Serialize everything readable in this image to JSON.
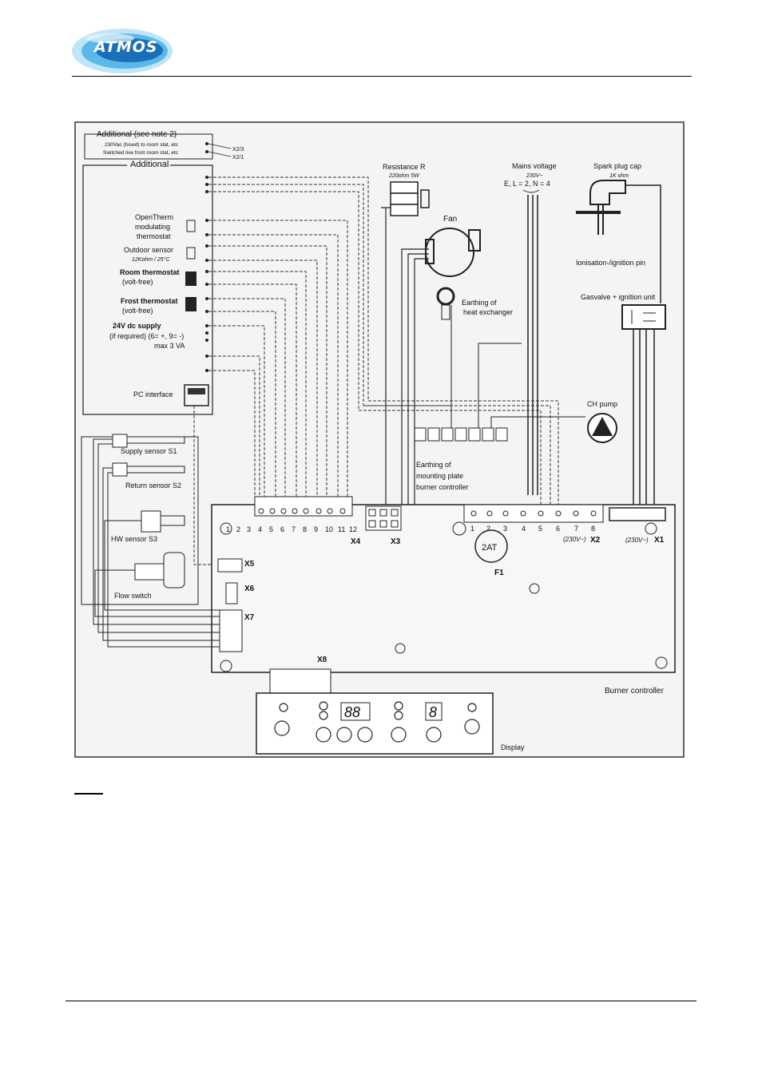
{
  "header": {
    "logo_text": "ATMOS",
    "brand_colors": {
      "light": "#bfe6f8",
      "mid": "#5bb8ea",
      "dark": "#1b6fb8"
    }
  },
  "diagram": {
    "additional_box": {
      "title": "Additional (see note 2)",
      "line1": "230Vac (fused) to room stat, etc",
      "line2": "Switched live from room stat, etc",
      "ref1": "X2/3",
      "ref2": "X2/1"
    },
    "additional_panel_title": "Additional",
    "opentherm": [
      "OpenTherm",
      "modulating",
      "thermostat"
    ],
    "outdoor_sensor": [
      "Outdoor sensor",
      "12Kohm / 25°C"
    ],
    "room_thermostat": [
      "Room thermostat",
      "(volt-free)"
    ],
    "frost_thermostat": [
      "Frost thermostat",
      "(volt-free)"
    ],
    "dc_supply": [
      "24V dc supply",
      "(if required) (6= +, 9= -)",
      "max 3 VA"
    ],
    "pc_interface": "PC interface",
    "supply_sensor": "Supply sensor S1",
    "return_sensor": "Return sensor S2",
    "hw_sensor": "HW sensor S3",
    "flow_switch": "Flow switch",
    "resistance": [
      "Resistance R",
      "220ohm 5W"
    ],
    "fan": "Fan",
    "earthing_hx": [
      "Earthing of",
      "heat exchanger"
    ],
    "mains": [
      "Mains voltage",
      "230V~",
      "E, L = 2, N = 4"
    ],
    "spark_plug": [
      "Spark plug cap",
      "1K ohm"
    ],
    "ionisation": "Ionisation-/ignition pin",
    "gasvalve": "Gasvalve + ignition unit",
    "ch_pump": "CH pump",
    "earthing_plate": [
      "Earthing of",
      "mounting plate",
      "burner controller"
    ],
    "terminals_left": [
      "1",
      "2",
      "3",
      "4",
      "5",
      "6",
      "7",
      "8",
      "9",
      "10",
      "11",
      "12"
    ],
    "terminals_x2": [
      "1",
      "2",
      "3",
      "4",
      "5",
      "6",
      "7",
      "8"
    ],
    "x2_note": "(230V~)",
    "x1_note": "(230V~)",
    "connectors": {
      "x1": "X1",
      "x2": "X2",
      "x3": "X3",
      "x4": "X4",
      "x5": "X5",
      "x6": "X6",
      "x7": "X7",
      "x8": "X8"
    },
    "fuse_label": "2AT",
    "fuse_ref": "F1",
    "burner_controller": "Burner controller",
    "display": "Display",
    "display_digits_left": "88",
    "display_digit_right": "8"
  },
  "notes": {
    "label": ""
  }
}
